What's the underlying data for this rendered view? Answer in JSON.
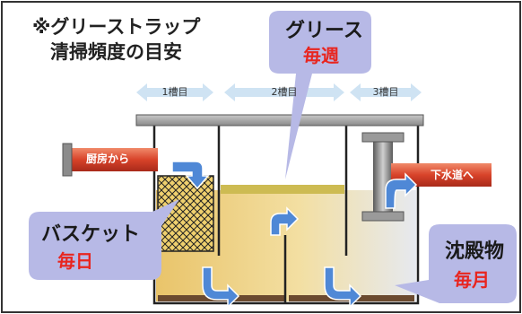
{
  "title": {
    "line1": "※グリーストラップ",
    "line2": "清掃頻度の目安"
  },
  "compartments": [
    "1槽目",
    "2槽目",
    "3槽目"
  ],
  "pipes": {
    "inlet": "厨房から",
    "outlet": "下水道へ"
  },
  "callouts": {
    "grease": {
      "name": "グリース",
      "frequency": "毎週"
    },
    "basket": {
      "name": "バスケット",
      "frequency": "毎日"
    },
    "sediment": {
      "name": "沈殿物",
      "frequency": "毎月"
    }
  },
  "colors": {
    "accent_red": "#e8251f",
    "callout_bg": "#b7b9e6",
    "arrow_blue": "#4f88d6",
    "pipe_red": "#d8432a",
    "grease_layer": "#cdbb52",
    "sediment": "#6b4a2f"
  }
}
